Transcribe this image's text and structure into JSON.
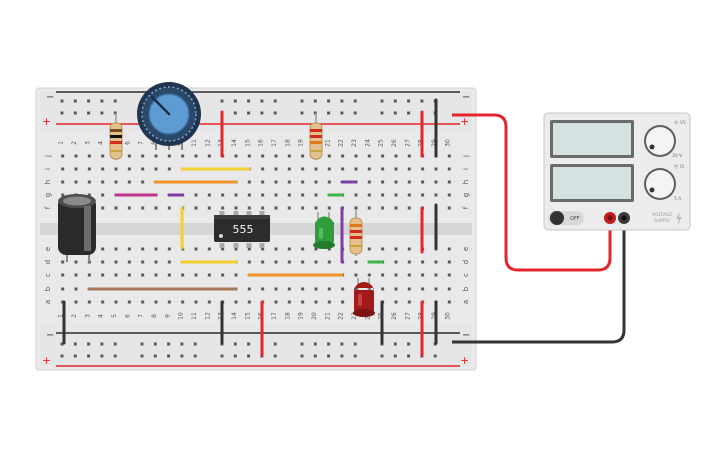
{
  "breadboard": {
    "column_count": 30,
    "row_letters_top": [
      "j",
      "i",
      "h",
      "g",
      "f"
    ],
    "row_letters_bottom": [
      "e",
      "d",
      "c",
      "b",
      "a"
    ],
    "rail_plus": "+",
    "rail_minus": "−"
  },
  "chip": {
    "label": "555"
  },
  "power_supply": {
    "switch_label": "OFF",
    "brand_line1": "VOLTAGE",
    "brand_line2": "SUPPLY",
    "voltage_knob_label": "30 V",
    "current_knob_label": "5 A",
    "voltage_small": "⦿ V5",
    "current_small": "⦿ I5"
  },
  "colors": {
    "board": "#e9e9e9",
    "rail_red": "#e0262b",
    "rail_black": "#2b2b2b",
    "wire_red": "#e3262e",
    "wire_black": "#333333",
    "wire_yellow": "#f2d031",
    "wire_orange": "#f0932b",
    "wire_purple": "#7d3ea8",
    "wire_magenta": "#c2328e",
    "wire_green": "#3fb54a",
    "wire_brown": "#a7795a",
    "led_green": "#2f9e3a",
    "led_red": "#a11b1b",
    "pot_blue": "#4a86c0"
  },
  "components": [
    {
      "name": "resistor-1",
      "type": "resistor"
    },
    {
      "name": "resistor-2",
      "type": "resistor"
    },
    {
      "name": "resistor-3",
      "type": "resistor"
    },
    {
      "name": "potentiometer",
      "type": "potentiometer"
    },
    {
      "name": "capacitor",
      "type": "electrolytic-capacitor"
    },
    {
      "name": "led-green",
      "type": "led"
    },
    {
      "name": "led-red",
      "type": "led"
    },
    {
      "name": "ic-555",
      "type": "ic"
    }
  ]
}
